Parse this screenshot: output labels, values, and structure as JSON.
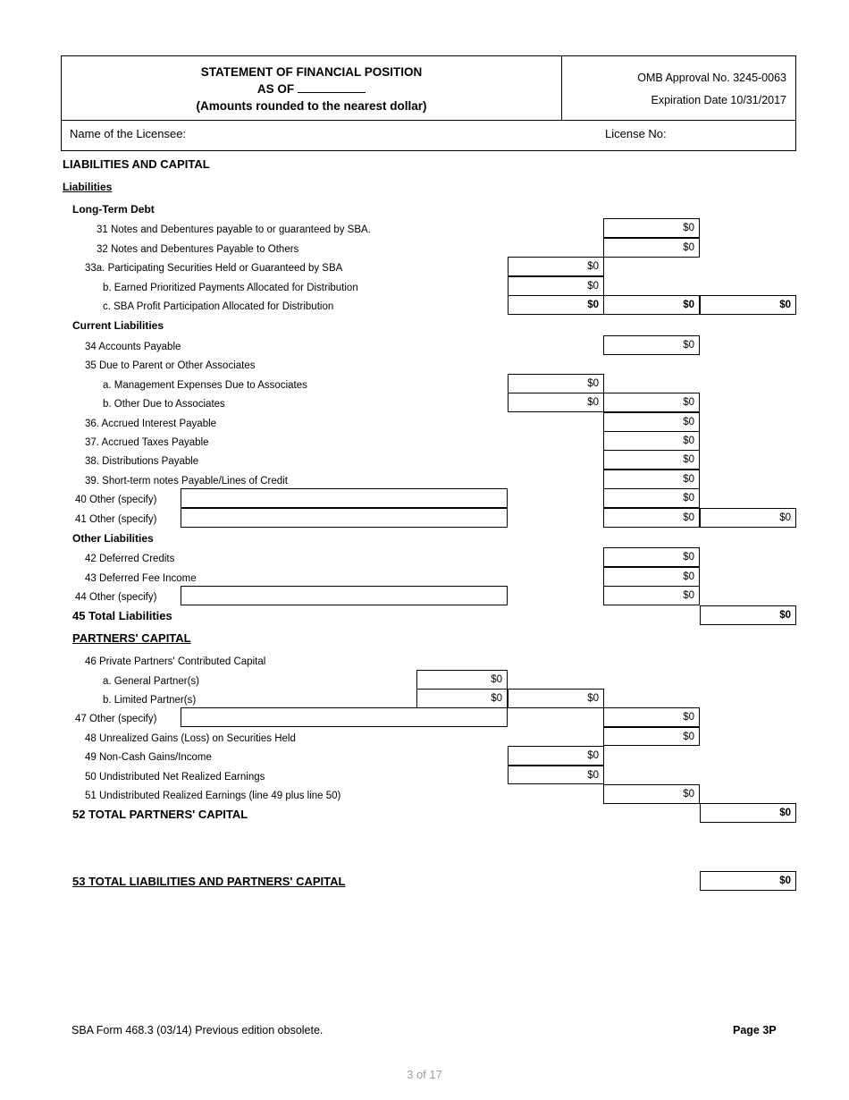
{
  "document": {
    "header": {
      "title_line1": "STATEMENT OF FINANCIAL POSITION",
      "title_line2_prefix": "AS OF",
      "as_of_value": "",
      "title_line3": "(Amounts rounded to the nearest dollar)",
      "omb_approval": "OMB Approval No. 3245-0063",
      "expiration_date": "Expiration Date 10/31/2017",
      "licensee_label": "Name of the Licensee:",
      "licensee_value": "",
      "license_no_label": "License No:",
      "license_no_value": ""
    },
    "section_title": "LIABILITIES AND CAPITAL",
    "liabilities_heading": "Liabilities",
    "groups": {
      "long_term_debt": "Long-Term Debt",
      "current_liabilities": "Current Liabilities",
      "other_liabilities": "Other Liabilities",
      "partners_capital": "PARTNERS' CAPITAL"
    },
    "lines": {
      "l31": {
        "label": "31 Notes and Debentures payable to or guaranteed by SBA.",
        "col_b": "$0"
      },
      "l32": {
        "label": "32 Notes and Debentures Payable to Others",
        "col_b": "$0"
      },
      "l33a": {
        "label": "33a. Participating Securities Held or Guaranteed by SBA",
        "col_a": "$0"
      },
      "l33b": {
        "label": "b. Earned Prioritized Payments Allocated for Distribution",
        "col_a": "$0"
      },
      "l33c": {
        "label": "c. SBA Profit Participation Allocated for Distribution",
        "col_a": "$0",
        "col_b": "$0",
        "col_c": "$0"
      },
      "l34": {
        "label": "34 Accounts Payable",
        "col_b": "$0"
      },
      "l35": {
        "label": "35 Due to Parent or Other Associates"
      },
      "l35a": {
        "label": "a. Management Expenses Due to Associates",
        "col_a": "$0"
      },
      "l35b": {
        "label": "b. Other Due to Associates",
        "col_a": "$0",
        "col_b": "$0"
      },
      "l36": {
        "label": "36. Accrued Interest Payable",
        "col_b": "$0"
      },
      "l37": {
        "label": "37. Accrued Taxes Payable",
        "col_b": "$0"
      },
      "l38": {
        "label": "38. Distributions Payable",
        "col_b": "$0"
      },
      "l39": {
        "label": "39. Short-term notes Payable/Lines of Credit",
        "col_b": "$0"
      },
      "l40": {
        "label": "40 Other (specify)",
        "specify": "",
        "col_b": "$0"
      },
      "l41": {
        "label": "41 Other (specify)",
        "specify": "",
        "col_b": "$0",
        "col_c": "$0"
      },
      "l42": {
        "label": "42 Deferred Credits",
        "col_b": "$0"
      },
      "l43": {
        "label": "43 Deferred Fee Income",
        "col_b": "$0"
      },
      "l44": {
        "label": "44 Other (specify)",
        "specify": "",
        "col_b": "$0"
      },
      "l45": {
        "label": "45 Total Liabilities",
        "col_c": "$0"
      },
      "l46": {
        "label": "46 Private Partners' Contributed Capital"
      },
      "l46a": {
        "label": "a. General Partner(s)",
        "col_z": "$0"
      },
      "l46b": {
        "label": "b. Limited Partner(s)",
        "col_z": "$0",
        "col_a": "$0"
      },
      "l47": {
        "label": "47 Other (specify)",
        "specify": "",
        "col_b": "$0"
      },
      "l48": {
        "label": "48 Unrealized Gains (Loss) on Securities Held",
        "col_b": "$0"
      },
      "l49": {
        "label": "49 Non-Cash Gains/Income",
        "col_a": "$0"
      },
      "l50": {
        "label": "50 Undistributed Net Realized Earnings",
        "col_a": "$0"
      },
      "l51": {
        "label": "51 Undistributed Realized Earnings (line 49 plus line 50)",
        "col_b": "$0"
      },
      "l52": {
        "label": "52 TOTAL PARTNERS' CAPITAL",
        "col_c": "$0"
      },
      "l53": {
        "label": "53 TOTAL LIABILITIES AND PARTNERS' CAPITAL",
        "col_c": "$0"
      }
    },
    "footer": {
      "form_id": "SBA Form 468.3 (03/14) Previous edition obsolete.",
      "page_label": "Page 3P",
      "page_indicator": "3 of 17"
    }
  }
}
